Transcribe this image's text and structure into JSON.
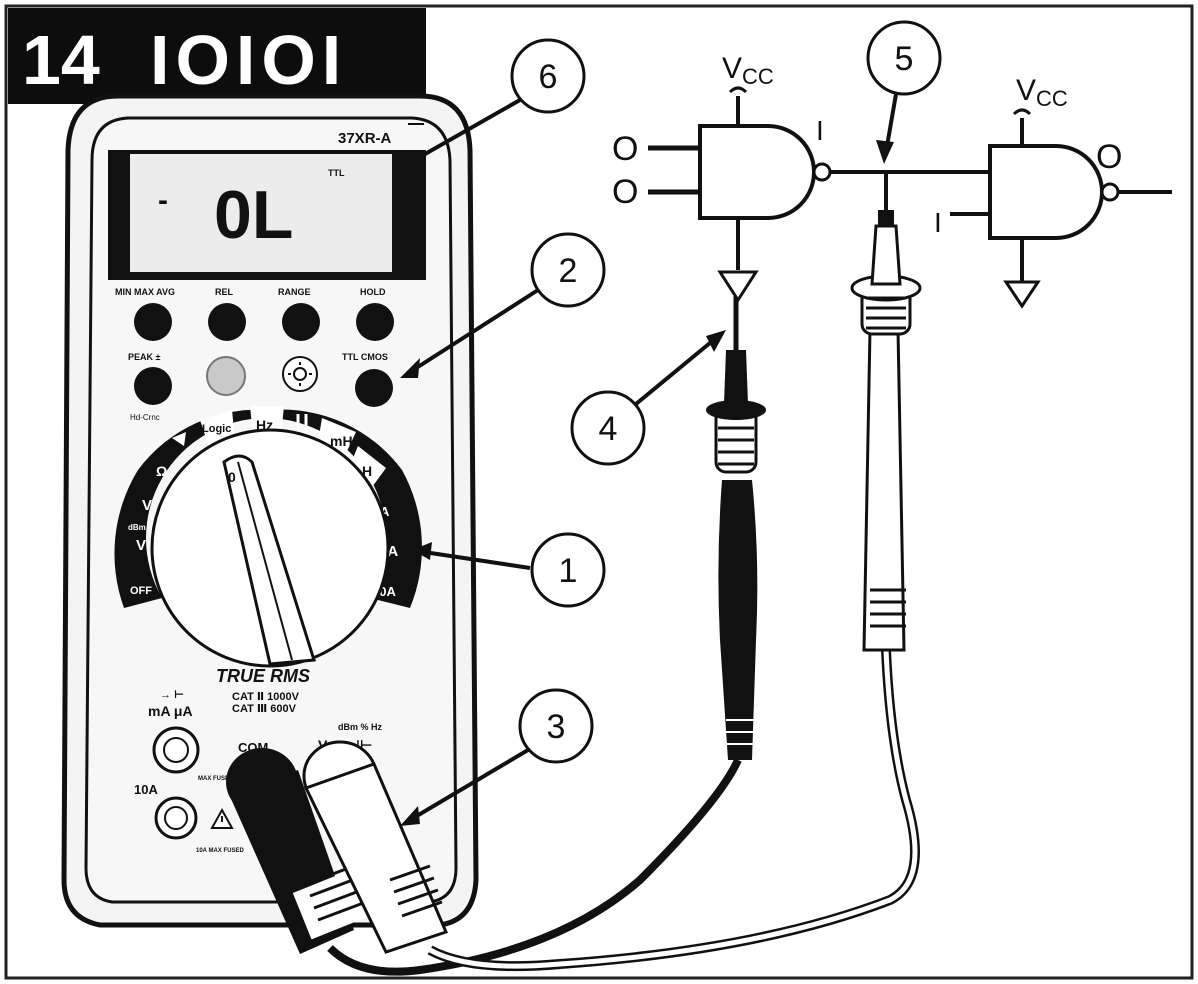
{
  "header": {
    "number": "14",
    "pattern": "IOIOI"
  },
  "meter": {
    "model": "37XR-A",
    "display": {
      "reading": "0L",
      "sign": "-",
      "mode_annunciator": "TTL"
    },
    "buttons_row1": [
      "MIN MAX AVG",
      "REL",
      "RANGE",
      "HOLD"
    ],
    "buttons_row2": [
      "PEAK ±",
      "",
      "",
      "TTL CMOS"
    ],
    "peak_sub": "Hd-Crnc",
    "dial_labels": [
      "Logic",
      "Hz",
      "mH",
      "H",
      "μA",
      "mA",
      "10A",
      "OFF",
      "V",
      "V",
      "Ω",
      "dBm"
    ],
    "dial_zero": "0",
    "brand": "TRUE RMS",
    "cat_line1": "CAT Ⅱ 1000V",
    "cat_line2": "CAT Ⅲ 600V",
    "jacks": {
      "ma_ua": "mA μA",
      "ma_top": "→ ⊢",
      "com": "COM",
      "vohm": "V·Ω ⊣⊢",
      "vohm_top": "dBm %  Hz",
      "ten_a": "10A",
      "fuse1": "MAX FUSED",
      "fuse2": "10A MAX FUSED"
    }
  },
  "callouts": [
    "1",
    "2",
    "3",
    "4",
    "5",
    "6"
  ],
  "circuit": {
    "gate1": {
      "vcc": "V",
      "vcc_sub": "CC",
      "inputs": [
        "O",
        "O"
      ],
      "output": "I"
    },
    "gate2": {
      "vcc": "V",
      "vcc_sub": "CC",
      "input": "I",
      "output": "O"
    }
  }
}
